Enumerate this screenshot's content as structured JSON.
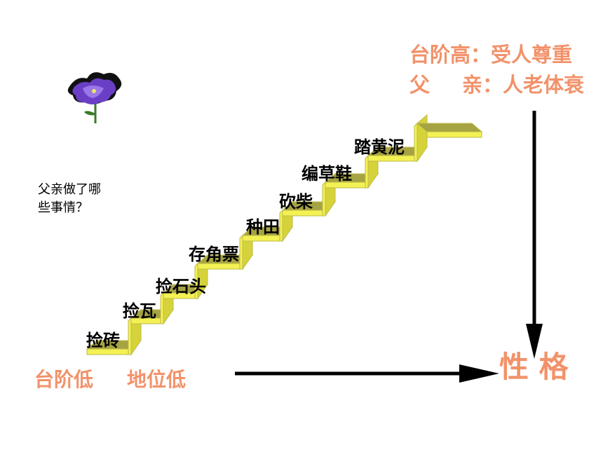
{
  "question": {
    "line1": "父亲做了哪",
    "line2": "些事情？"
  },
  "steps": [
    "捡砖",
    "捡瓦",
    "捡石头",
    "存角票",
    "种田",
    "砍柴",
    "编草鞋",
    "踏黄泥"
  ],
  "top_right": {
    "line1": "台阶高：受人尊重",
    "line2_a": "父",
    "line2_b": "亲：人老体衰"
  },
  "bottom_left": {
    "a": "台阶低",
    "b": "地位低"
  },
  "result": "性 格",
  "colors": {
    "accent": "#f2926a",
    "step_top": "#a6a343",
    "step_front": "#f4f154",
    "step_side": "#d6d33a",
    "step_edge": "#bdb94a",
    "arrow": "#000000"
  }
}
